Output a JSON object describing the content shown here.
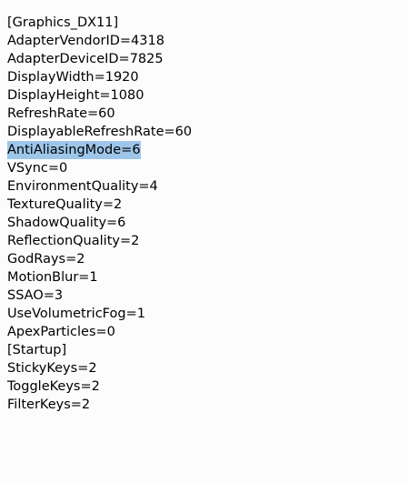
{
  "editor": {
    "selected_line_index": 7,
    "selection_color": "#9dc6e9",
    "lines": [
      "[Graphics_DX11]",
      "AdapterVendorID=4318",
      "AdapterDeviceID=7825",
      "DisplayWidth=1920",
      "DisplayHeight=1080",
      "RefreshRate=60",
      "DisplayableRefreshRate=60",
      "AntiAliasingMode=6",
      "VSync=0",
      "EnvironmentQuality=4",
      "TextureQuality=2",
      "ShadowQuality=6",
      "ReflectionQuality=2",
      "GodRays=2",
      "MotionBlur=1",
      "SSAO=3",
      "UseVolumetricFog=1",
      "ApexParticles=0",
      "[Startup]",
      "StickyKeys=2",
      "ToggleKeys=2",
      "FilterKeys=2"
    ]
  }
}
